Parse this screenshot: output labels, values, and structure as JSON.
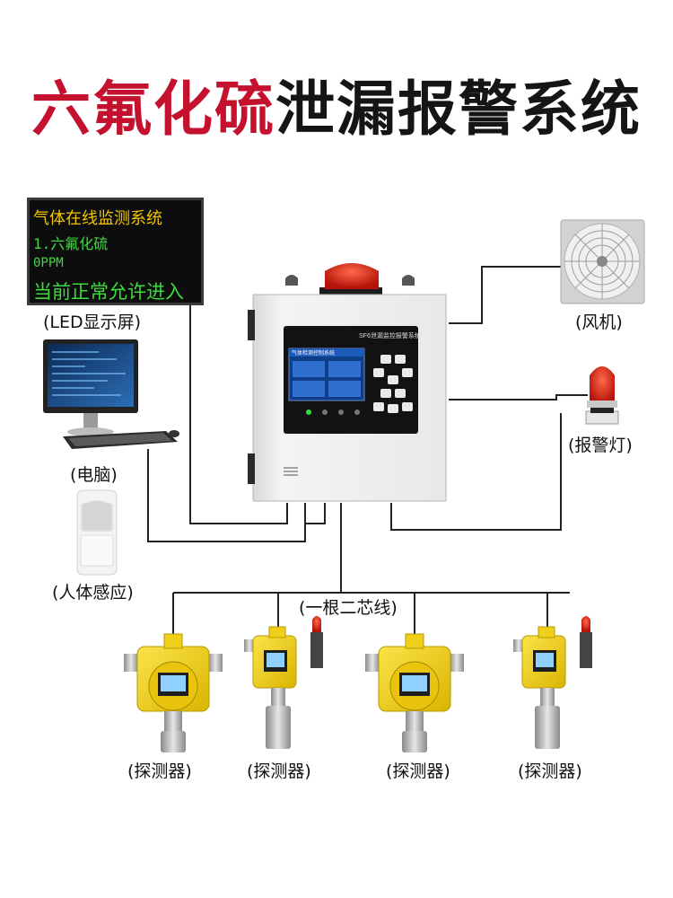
{
  "title": {
    "highlight": "六氟化硫",
    "rest": "泄漏报警系统"
  },
  "led_screen": {
    "line1": "气体在线监测系统",
    "line2": "1.六氟化硫",
    "line3": "0PPM",
    "line4": "当前正常允许进入"
  },
  "controller": {
    "brand": "SF6泄漏监控报警系统",
    "screen_header": "气体检测控制系统"
  },
  "labels": {
    "led": "(LED显示屏)",
    "computer": "(电脑)",
    "human_sensor": "(人体感应)",
    "fan": "(风机)",
    "alarm_light": "(报警灯)",
    "cable": "(一根二芯线)",
    "detector": "(探测器)"
  },
  "colors": {
    "title_red": "#c4122e",
    "detector_yellow": "#f2d21b",
    "wire": "#222222"
  }
}
